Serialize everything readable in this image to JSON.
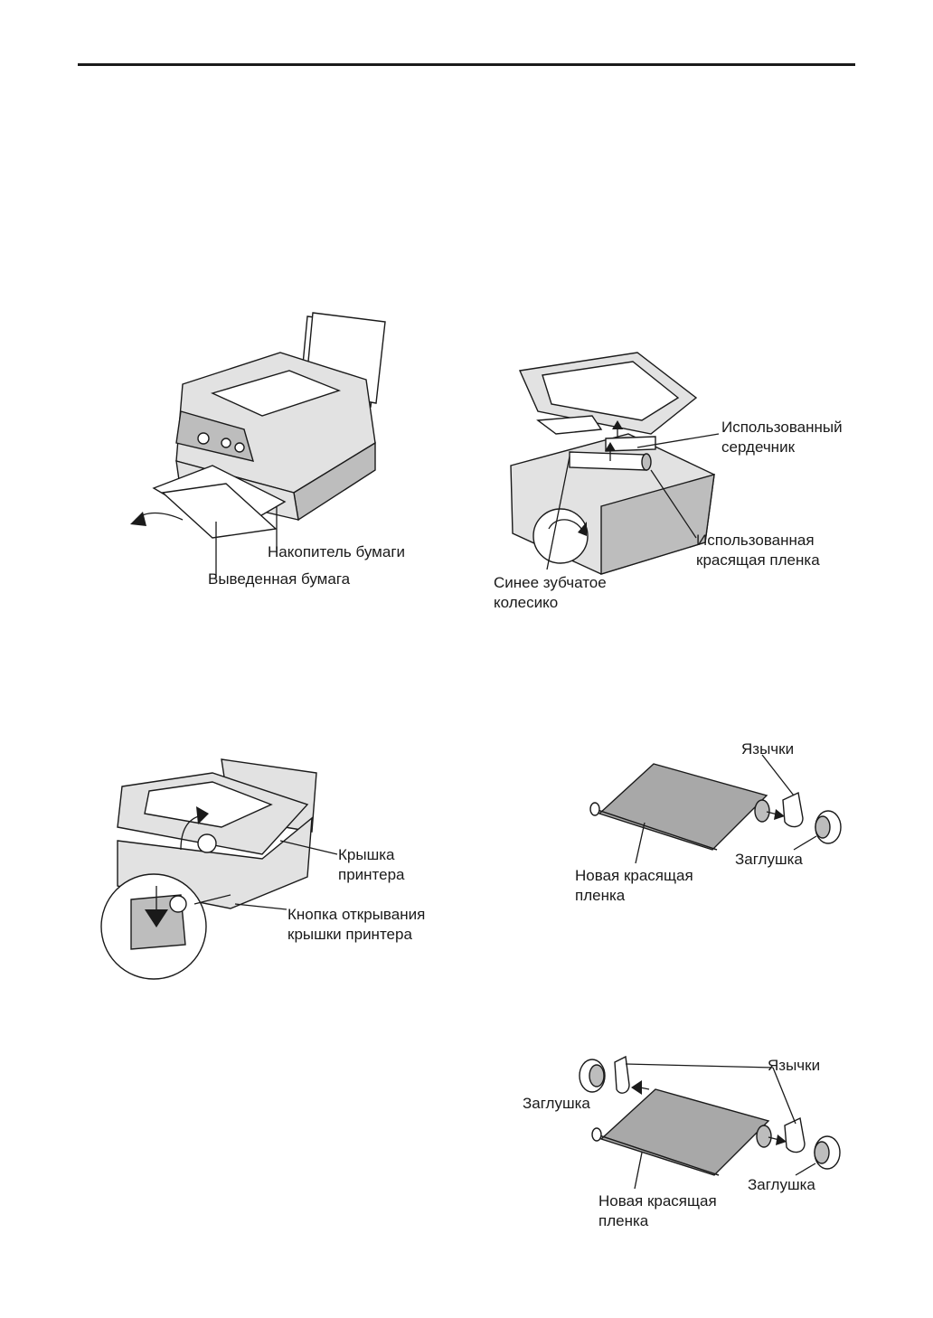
{
  "figure1": {
    "labels": {
      "paper_stacker": "Накопитель бумаги",
      "ejected_paper": "Выведенная бумага"
    }
  },
  "figure2": {
    "labels": {
      "used_core_line1": "Использованный",
      "used_core_line2": "сердечник",
      "used_film_line1": "Использованная",
      "used_film_line2": "красящая пленка",
      "blue_gear_line1": "Синее зубчатое",
      "blue_gear_line2": "колесико"
    }
  },
  "figure3": {
    "labels": {
      "printer_cover_line1": "Крышка",
      "printer_cover_line2": "принтера",
      "cover_button_line1": "Кнопка открывания",
      "cover_button_line2": "крышки принтера"
    }
  },
  "figure4": {
    "labels": {
      "tabs": "Язычки",
      "plug": "Заглушка",
      "new_film_line1": "Новая красящая",
      "new_film_line2": "пленка"
    }
  },
  "figure5": {
    "labels": {
      "tabs": "Язычки",
      "plug_left": "Заглушка",
      "plug_right": "Заглушка",
      "new_film_line1": "Новая красящая",
      "new_film_line2": "пленка"
    }
  }
}
